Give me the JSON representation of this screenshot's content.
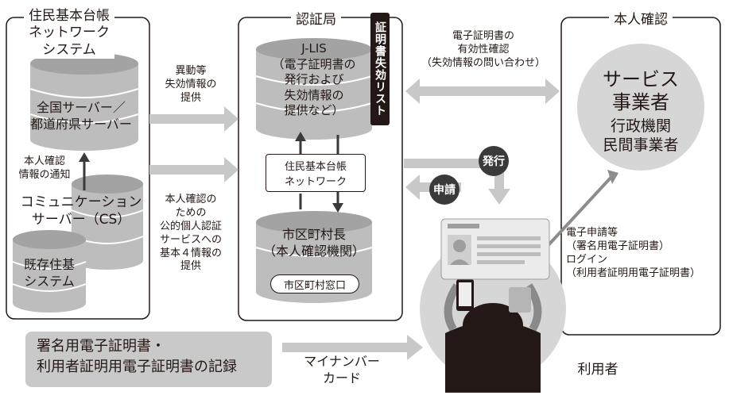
{
  "left_panel": {
    "title": [
      "住民基本台帳",
      "ネットワーク",
      "システム"
    ],
    "national_server": [
      "全国サーバー／",
      "都道府県サーバー"
    ],
    "notify_label": [
      "本人確認",
      "情報の通知"
    ],
    "cs_server": [
      "コミュニケーション",
      "サーバー（CS）"
    ],
    "legacy_system": [
      "既存住基",
      "システム"
    ]
  },
  "arrow_labels": {
    "invalidation": [
      "異動等",
      "失効情報の",
      "提供"
    ],
    "basic_info": [
      "本人確認の",
      "ための",
      "公的個人認証",
      "サービスへの",
      "基本４情報の",
      "提供"
    ],
    "validity_check": [
      "電子証明書の",
      "有効性確認",
      "（失効情報の問い合わせ）"
    ],
    "apply": [
      "電子申請等",
      "（署名用電子証明書）",
      "ログイン",
      "（利用者証明用電子証明書）"
    ],
    "mynumber": [
      "マイナンバー",
      "カード"
    ]
  },
  "center_panel": {
    "title": "認証局",
    "jlis": [
      "J-LIS",
      "（電子証明書の",
      "発行および",
      "失効情報の",
      "提供など）"
    ],
    "revocation_list": "証明書失効リスト",
    "network_box": [
      "住民基本台帳",
      "ネットワーク"
    ],
    "municipality": [
      "市区町村長",
      "（本人確認機関）"
    ],
    "window": "市区町村窓口"
  },
  "right_panel": {
    "title": "本人確認",
    "provider": [
      "サービス",
      "事業者"
    ],
    "provider_sub": [
      "行政機関",
      "民間事業者"
    ]
  },
  "badges": {
    "issue": "発行",
    "request": "申請"
  },
  "bottom_box": [
    "署名用電子証明書・",
    "利用者証明用電子証明書の記録"
  ],
  "user_label": "利用者",
  "colors": {
    "arrow": "#c8c8c8",
    "dark": "#231815",
    "disk": "#bdbdbd",
    "disk_dark": "#9e9e9e",
    "circle": "#d6d6d6"
  }
}
